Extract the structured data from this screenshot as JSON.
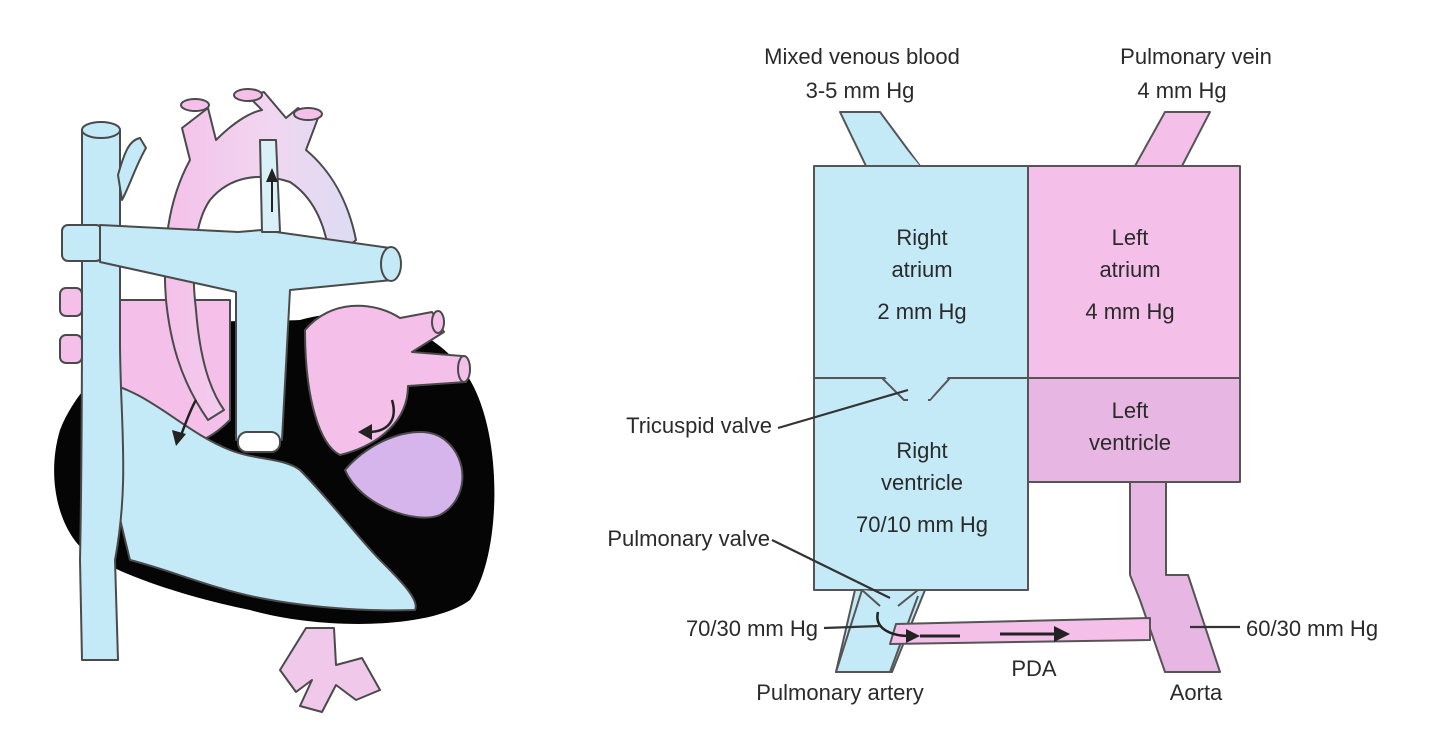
{
  "colors": {
    "venous_blue": "#c3eaf6",
    "arterial_pink": "#f4c0ea",
    "ventricle_pink": "#e7b6e2",
    "heart_purple": "#d6b4ec",
    "outline": "#4a4a4a",
    "muscle": "#050505"
  },
  "icons": {
    "heart": "heart-anatomy-illustration",
    "flow_arrow": "arrow-right-icon"
  },
  "labels": {
    "mixed_venous_title": "Mixed venous blood",
    "mixed_venous_pressure": "3-5 mm Hg",
    "pulmonary_vein_title": "Pulmonary vein",
    "pulmonary_vein_pressure": "4 mm Hg",
    "right_atrium_line1": "Right",
    "right_atrium_line2": "atrium",
    "right_atrium_pressure": "2 mm Hg",
    "left_atrium_line1": "Left",
    "left_atrium_line2": "atrium",
    "left_atrium_pressure": "4 mm Hg",
    "tricuspid_valve": "Tricuspid valve",
    "left_ventricle_line1": "Left",
    "left_ventricle_line2": "ventricle",
    "right_ventricle_line1": "Right",
    "right_ventricle_line2": "ventricle",
    "right_ventricle_pressure": "70/10 mm Hg",
    "pulmonary_valve": "Pulmonary valve",
    "pulmonary_artery_pressure": "70/30 mm Hg",
    "aorta_pressure": "60/30 mm Hg",
    "pda": "PDA",
    "pulmonary_artery": "Pulmonary artery",
    "aorta": "Aorta"
  }
}
